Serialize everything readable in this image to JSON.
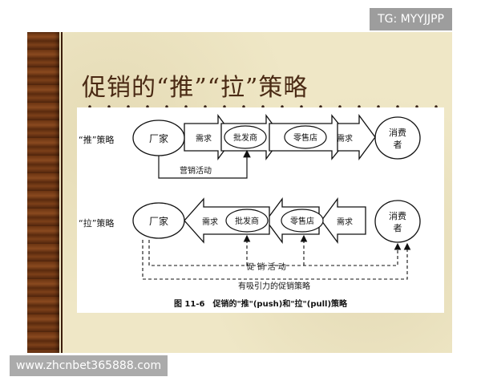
{
  "watermark_top": "TG: MYYJJPP",
  "watermark_bottom": "www.zhcnbet365888.com",
  "slide": {
    "title": "促销的“推”“拉”策略"
  },
  "push": {
    "label": "“推”策略",
    "manufacturer": "厂家",
    "demand1": "需求",
    "wholesaler": "批发商",
    "retailer": "零售店",
    "demand2": "需求",
    "consumer_line1": "消费",
    "consumer_line2": "者",
    "activity": "营销活动"
  },
  "pull": {
    "label": "“拉”策略",
    "manufacturer": "厂家",
    "demand1": "需求",
    "wholesaler": "批发商",
    "retailer": "零售店",
    "demand2": "需求",
    "consumer_line1": "消费",
    "consumer_line2": "者",
    "activity": "促 销 活 动",
    "strategy": "有吸引力的促销策略"
  },
  "caption": "图 11-6　促销的\"推\"(push)和\"拉\"(pull)策略"
}
